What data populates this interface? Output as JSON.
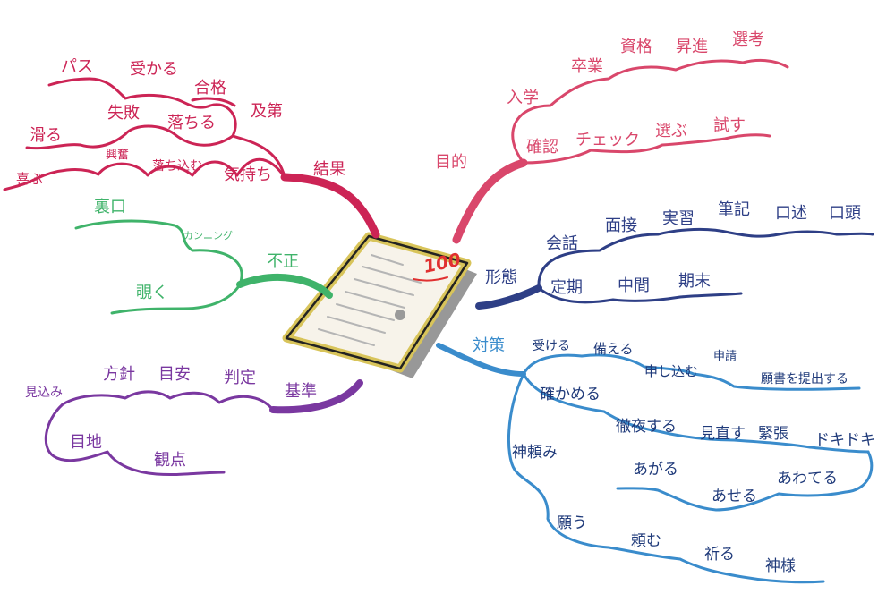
{
  "center": {
    "score": "100"
  },
  "colors": {
    "crimson": "#cc2455",
    "pink": "#d9476b",
    "green": "#3fb36a",
    "navy": "#2e3f86",
    "blue": "#3a8ccc",
    "purple": "#7a38a0",
    "paper_fill": "#f7f3ea",
    "paper_frame": "#d8c45a",
    "score_red": "#e03030"
  },
  "branches": {
    "kekka": {
      "root": "結果",
      "nodes": [
        "パス",
        "受かる",
        "合格",
        "失敗",
        "落ちる",
        "及第",
        "滑る",
        "興奮",
        "落ち込む",
        "気持ち",
        "喜ぶ"
      ]
    },
    "fusei": {
      "root": "不正",
      "nodes": [
        "裏口",
        "カンニング",
        "覗く"
      ]
    },
    "kijun": {
      "root": "基準",
      "nodes": [
        "見込み",
        "方針",
        "目安",
        "判定",
        "目地",
        "観点"
      ]
    },
    "mokuteki": {
      "root": "目的",
      "nodes": [
        "入学",
        "卒業",
        "資格",
        "昇進",
        "選考",
        "確認",
        "チェック",
        "選ぶ",
        "試す"
      ]
    },
    "keitai": {
      "root": "形態",
      "nodes": [
        "会話",
        "面接",
        "実習",
        "筆記",
        "口述",
        "口頭",
        "定期",
        "中間",
        "期末"
      ]
    },
    "taisaku": {
      "root": "対策",
      "nodes": [
        "受ける",
        "備える",
        "申し込む",
        "申請",
        "願書を提出する",
        "確かめる",
        "徹夜する",
        "見直す",
        "緊張",
        "ドキドキ",
        "あがる",
        "あせる",
        "あわてる",
        "神頼み",
        "願う",
        "頼む",
        "祈る",
        "神様"
      ]
    }
  }
}
